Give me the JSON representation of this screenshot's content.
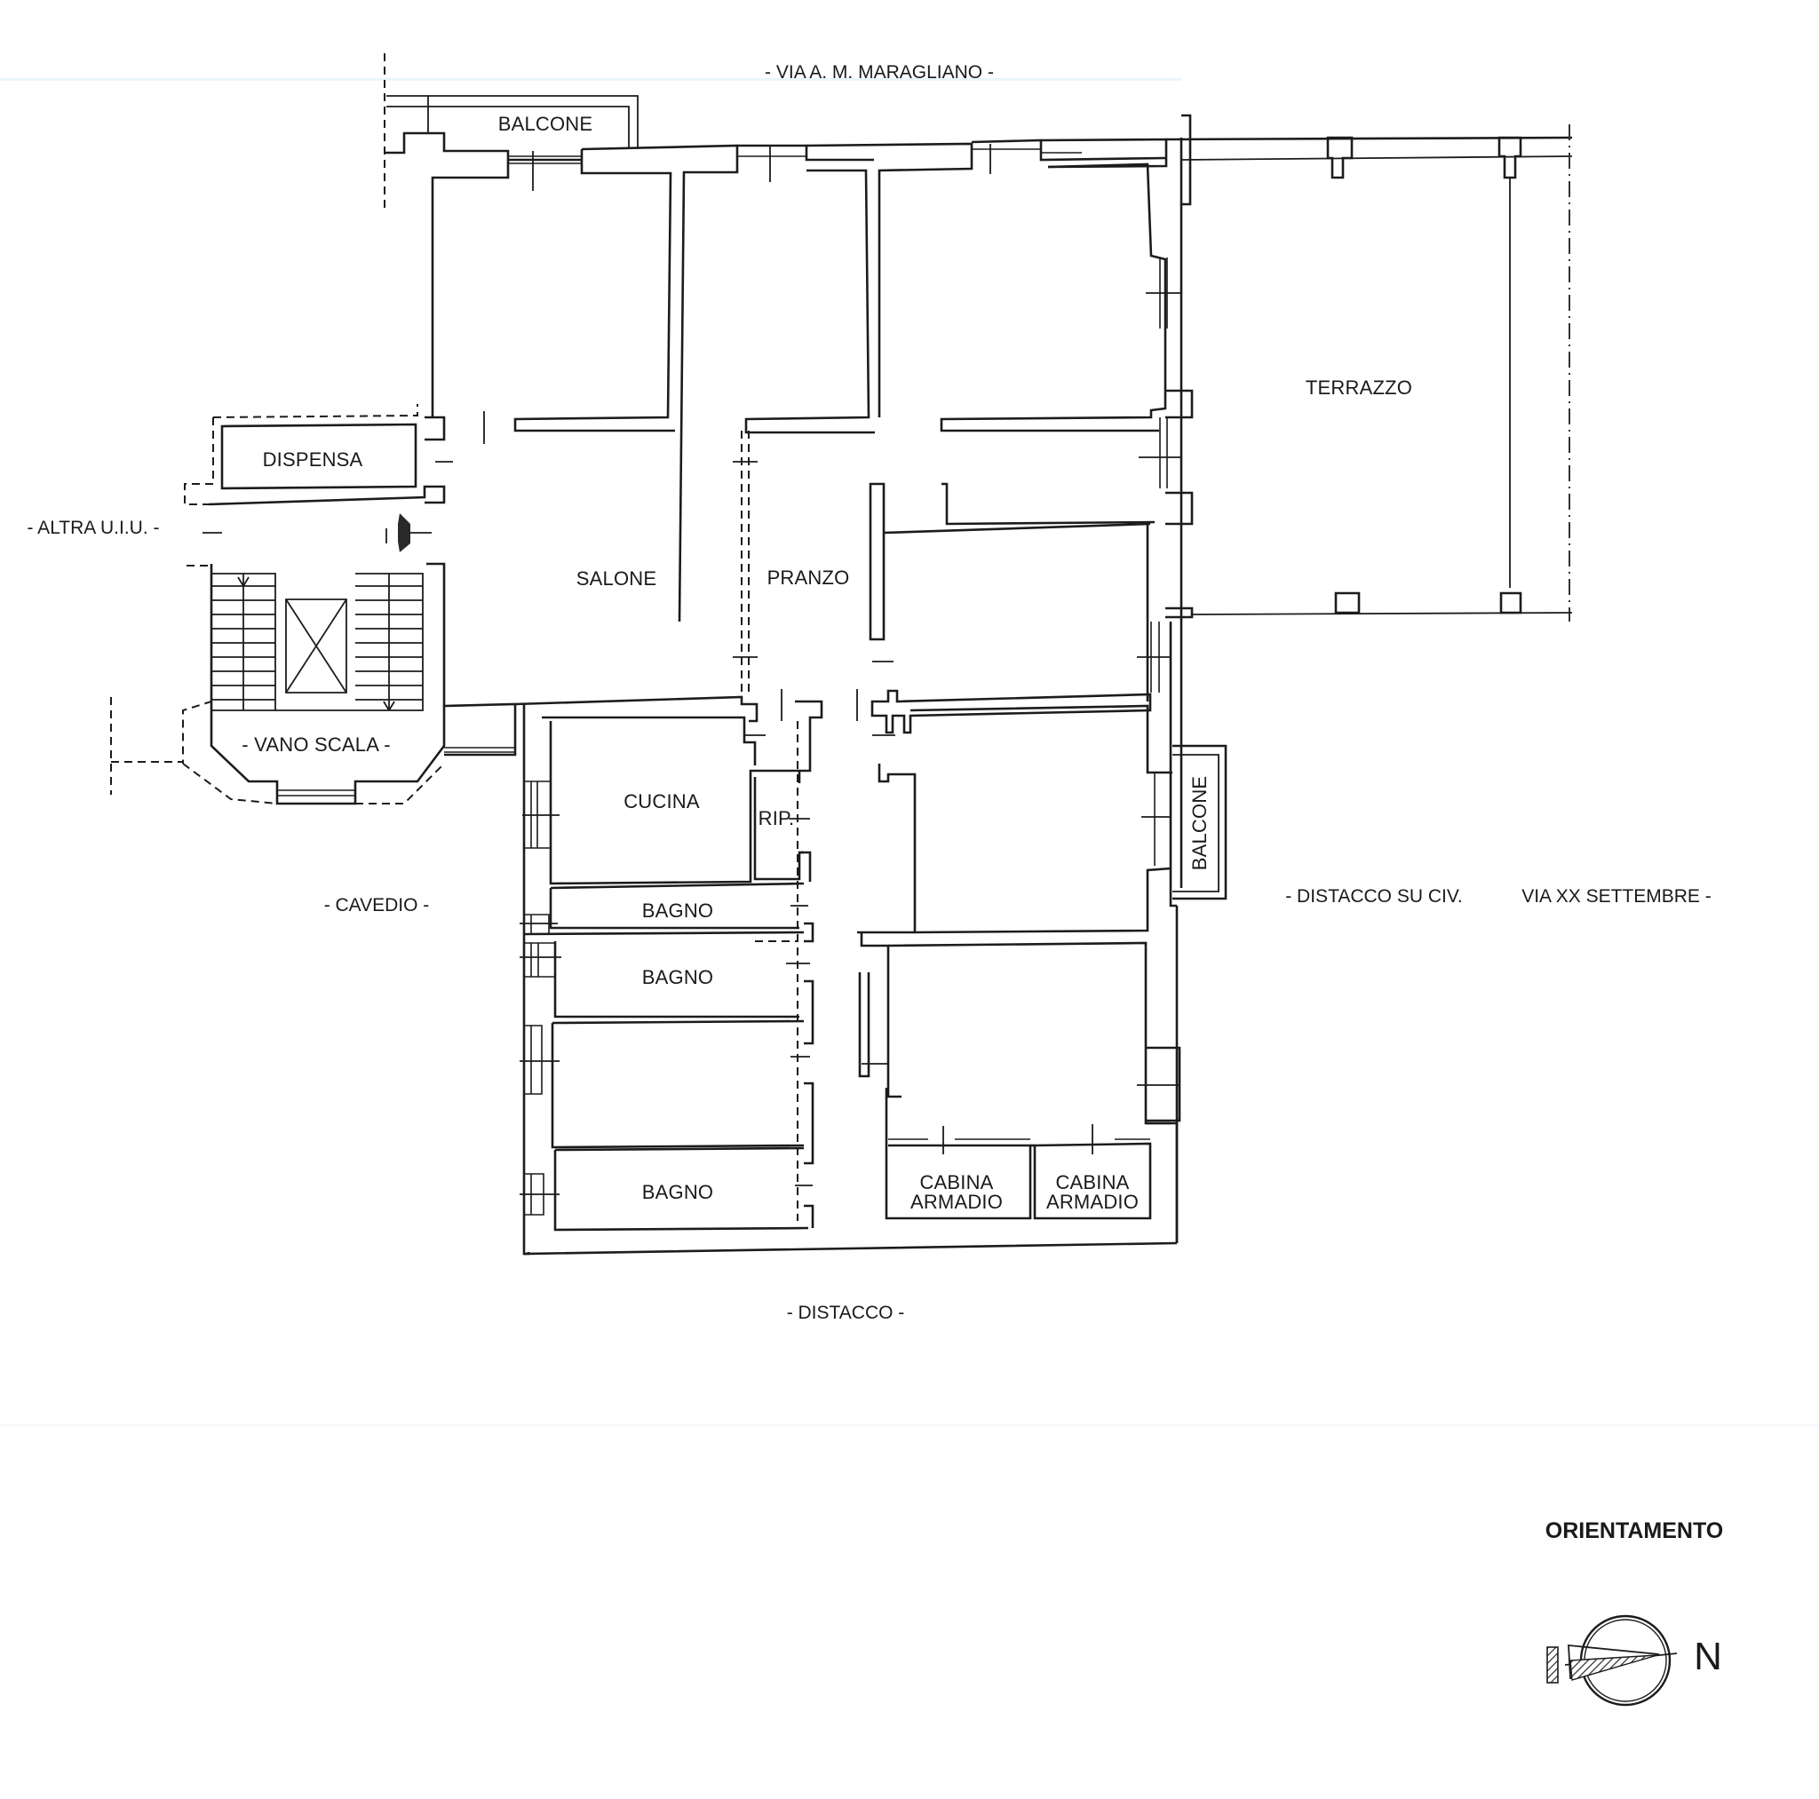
{
  "plan": {
    "streets": {
      "north": "- VIA A. M. MARAGLIANO -",
      "west": "- ALTRA U.I.U. -",
      "courtyard": "- CAVEDIO -",
      "east_left": "- DISTACCO SU CIV.",
      "east_right": "VIA XX SETTEMBRE -",
      "south": "- DISTACCO -"
    },
    "rooms": {
      "balcone_top": "BALCONE",
      "terrazzo": "TERRAZZO",
      "dispensa": "DISPENSA",
      "salone": "SALONE",
      "pranzo": "PRANZO",
      "vano_scala": "- VANO SCALA -",
      "cucina": "CUCINA",
      "rip": "RIP.",
      "bagno_1": "BAGNO",
      "bagno_2": "BAGNO",
      "bagno_3": "BAGNO",
      "balcone_side": "BALCONE",
      "cabina_1_line1": "CABINA",
      "cabina_1_line2": "ARMADIO",
      "cabina_2_line1": "CABINA",
      "cabina_2_line2": "ARMADIO"
    },
    "orientation": {
      "title": "ORIENTAMENTO",
      "north_label": "N",
      "icon": "north-arrow-compass-icon"
    },
    "entrance_icon": "entrance-arrow-icon",
    "colors": {
      "line": "#1c1c1c",
      "background": "#ffffff",
      "scan_tint": "#e6f2fa"
    }
  }
}
